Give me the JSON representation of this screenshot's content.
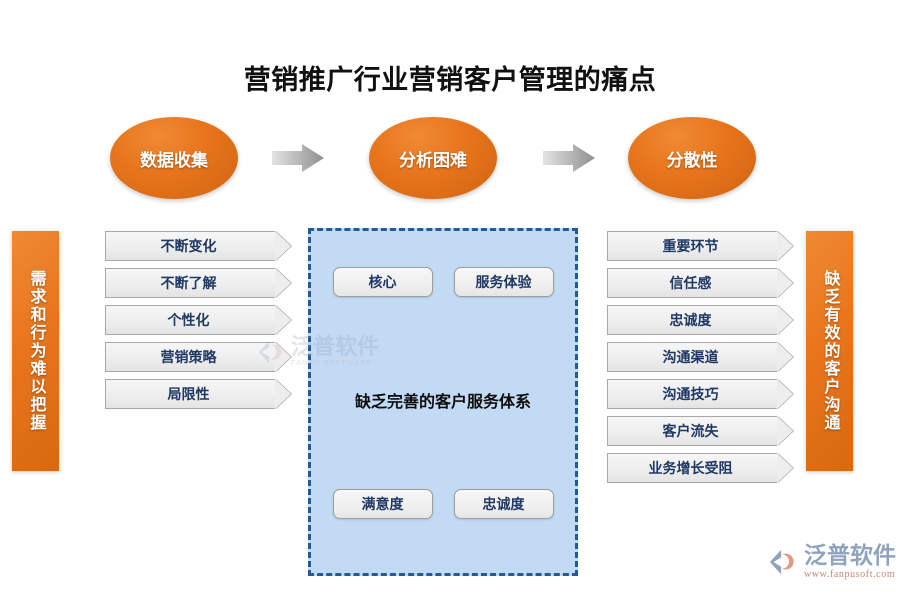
{
  "page": {
    "title": "营销推广行业营销客户管理的痛点",
    "background_color": "#ffffff"
  },
  "colors": {
    "orange": "#e8751d",
    "orange_dark": "#d7690f",
    "panel_blue_fill": "#c2daf4",
    "panel_blue_border": "#1f5c99",
    "chevron_fill": "#eeeeee",
    "chevron_border": "#a7a7a7",
    "label_navy": "#1f3864",
    "arrow_gray": "#b0b0b0"
  },
  "flow": {
    "stages": [
      {
        "label": "数据收集"
      },
      {
        "label": "分析困难"
      },
      {
        "label": "分散性"
      }
    ],
    "connectors": [
      {
        "name": "arrow-1"
      },
      {
        "name": "arrow-2"
      }
    ]
  },
  "left_side_bar": {
    "label": "需求和行为难以把握"
  },
  "right_side_bar": {
    "label": "缺乏有效的客户沟通"
  },
  "left_column": {
    "items": [
      {
        "label": "不断变化"
      },
      {
        "label": "不断了解"
      },
      {
        "label": "个性化"
      },
      {
        "label": "营销策略"
      },
      {
        "label": "局限性"
      }
    ]
  },
  "right_column": {
    "items": [
      {
        "label": "重要环节"
      },
      {
        "label": "信任感"
      },
      {
        "label": "忠诚度"
      },
      {
        "label": "沟通渠道"
      },
      {
        "label": "沟通技巧"
      },
      {
        "label": "客户流失"
      },
      {
        "label": "业务增长受阻"
      }
    ]
  },
  "center_panel": {
    "headline": "缺乏完善的客户服务体系",
    "top_pills": [
      {
        "label": "核心"
      },
      {
        "label": "服务体验"
      }
    ],
    "bottom_pills": [
      {
        "label": "满意度"
      },
      {
        "label": "忠诚度"
      }
    ]
  },
  "watermark_center": {
    "cn": "泛普软件",
    "en": "FANPU SOFTWARE"
  },
  "logo_bottom_right": {
    "cn": "泛普软件",
    "en": "www.fanpusoft.com"
  }
}
